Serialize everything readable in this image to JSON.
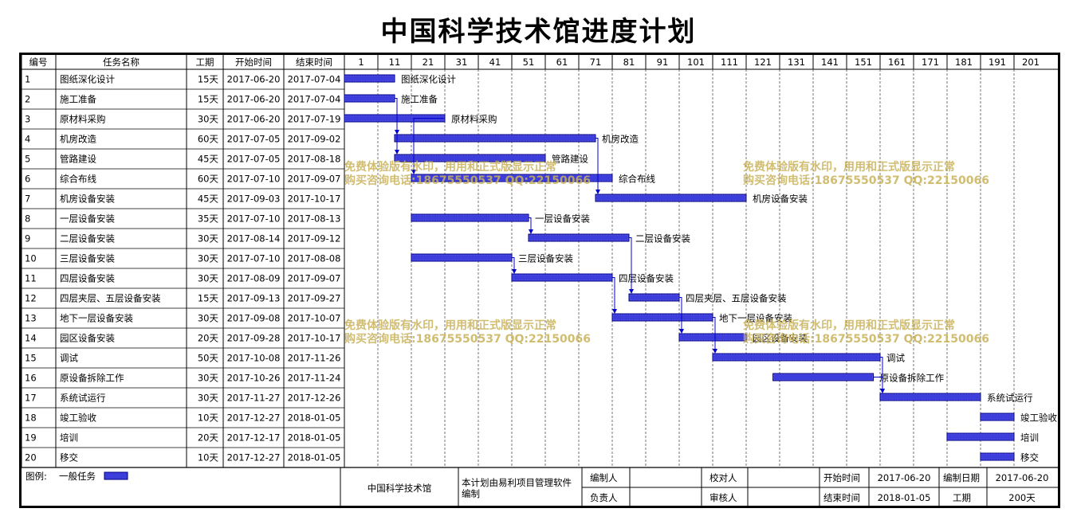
{
  "title": "中国科学技术馆进度计划",
  "columns": [
    "编号",
    "任务名称",
    "工期",
    "开始时间",
    "结束时间"
  ],
  "timeline_ticks": [
    "1",
    "11",
    "21",
    "31",
    "41",
    "51",
    "61",
    "71",
    "81",
    "91",
    "101",
    "111",
    "121",
    "131",
    "141",
    "151",
    "161",
    "171",
    "181",
    "191",
    "201"
  ],
  "chart_data": {
    "type": "gantt",
    "project_start": "2017-06-20",
    "tasks": [
      {
        "id": "1",
        "name": "图纸深化设计",
        "duration": "15天",
        "start": "2017-06-20",
        "end": "2017-07-04",
        "bar_start_day": 1,
        "bar_days": 15
      },
      {
        "id": "2",
        "name": "施工准备",
        "duration": "15天",
        "start": "2017-06-20",
        "end": "2017-07-04",
        "bar_start_day": 1,
        "bar_days": 15
      },
      {
        "id": "3",
        "name": "原材料采购",
        "duration": "30天",
        "start": "2017-06-20",
        "end": "2017-07-19",
        "bar_start_day": 1,
        "bar_days": 30
      },
      {
        "id": "4",
        "name": "机房改造",
        "duration": "60天",
        "start": "2017-07-05",
        "end": "2017-09-02",
        "bar_start_day": 16,
        "bar_days": 60
      },
      {
        "id": "5",
        "name": "管路建设",
        "duration": "45天",
        "start": "2017-07-05",
        "end": "2017-08-18",
        "bar_start_day": 16,
        "bar_days": 45
      },
      {
        "id": "6",
        "name": "综合布线",
        "duration": "60天",
        "start": "2017-07-10",
        "end": "2017-09-07",
        "bar_start_day": 21,
        "bar_days": 60
      },
      {
        "id": "7",
        "name": "机房设备安装",
        "duration": "45天",
        "start": "2017-09-03",
        "end": "2017-10-17",
        "bar_start_day": 76,
        "bar_days": 45
      },
      {
        "id": "8",
        "name": "一层设备安装",
        "duration": "35天",
        "start": "2017-07-10",
        "end": "2017-08-13",
        "bar_start_day": 21,
        "bar_days": 35
      },
      {
        "id": "9",
        "name": "二层设备安装",
        "duration": "30天",
        "start": "2017-08-14",
        "end": "2017-09-12",
        "bar_start_day": 56,
        "bar_days": 30
      },
      {
        "id": "10",
        "name": "三层设备安装",
        "duration": "30天",
        "start": "2017-07-10",
        "end": "2017-08-08",
        "bar_start_day": 21,
        "bar_days": 30
      },
      {
        "id": "11",
        "name": "四层设备安装",
        "duration": "30天",
        "start": "2017-08-09",
        "end": "2017-09-07",
        "bar_start_day": 51,
        "bar_days": 30
      },
      {
        "id": "12",
        "name": "四层夹层、五层设备安装",
        "duration": "15天",
        "start": "2017-09-13",
        "end": "2017-09-27",
        "bar_start_day": 86,
        "bar_days": 15
      },
      {
        "id": "13",
        "name": "地下一层设备安装",
        "duration": "30天",
        "start": "2017-09-08",
        "end": "2017-10-07",
        "bar_start_day": 81,
        "bar_days": 30
      },
      {
        "id": "14",
        "name": "园区设备安装",
        "duration": "20天",
        "start": "2017-09-28",
        "end": "2017-10-17",
        "bar_start_day": 101,
        "bar_days": 20
      },
      {
        "id": "15",
        "name": "调试",
        "duration": "50天",
        "start": "2017-10-08",
        "end": "2017-11-26",
        "bar_start_day": 111,
        "bar_days": 50
      },
      {
        "id": "16",
        "name": "原设备拆除工作",
        "duration": "30天",
        "start": "2017-10-26",
        "end": "2017-11-24",
        "bar_start_day": 129,
        "bar_days": 30
      },
      {
        "id": "17",
        "name": "系统试运行",
        "duration": "30天",
        "start": "2017-11-27",
        "end": "2017-12-26",
        "bar_start_day": 161,
        "bar_days": 30
      },
      {
        "id": "18",
        "name": "竣工验收",
        "duration": "10天",
        "start": "2017-12-27",
        "end": "2018-01-05",
        "bar_start_day": 191,
        "bar_days": 10
      },
      {
        "id": "19",
        "name": "培训",
        "duration": "20天",
        "start": "2017-12-17",
        "end": "2018-01-05",
        "bar_start_day": 181,
        "bar_days": 20
      },
      {
        "id": "20",
        "name": "移交",
        "duration": "10天",
        "start": "2017-12-27",
        "end": "2018-01-05",
        "bar_start_day": 191,
        "bar_days": 10
      }
    ],
    "links": [
      [
        2,
        4
      ],
      [
        2,
        5
      ],
      [
        3,
        6
      ],
      [
        4,
        7
      ],
      [
        8,
        9
      ],
      [
        9,
        12
      ],
      [
        10,
        11
      ],
      [
        11,
        13
      ],
      [
        12,
        14
      ],
      [
        13,
        15
      ],
      [
        15,
        17
      ],
      [
        16,
        17
      ]
    ],
    "bar_color": "#3d3ddb"
  },
  "watermarks": [
    {
      "line1": "免费体验版有水印，用用和正式版显示正常",
      "line2": "购买咨询电话:18675550537 QQ:22150066"
    },
    {
      "line1": "免费体验版有水印，用用和正式版显示正常",
      "line2": "购买咨询电话:18675550537 QQ:22150066"
    },
    {
      "line1": "免费体验版有水印，用用和正式版显示正常",
      "line2": "购买咨询电话:18675550537 QQ:22150066"
    },
    {
      "line1": "免费体验版有水印，用用和正式版显示正常",
      "line2": "购买咨询电话:18675550537 QQ:22150066"
    }
  ],
  "footer": {
    "legend_label": "图例:",
    "legend_item": "一般任务",
    "project_name": "中国科学技术馆",
    "software_note": "本计划由易利项目管理软件编制",
    "compiler_label": "编制人",
    "owner_label": "负责人",
    "proofreader_label": "校对人",
    "reviewer_label": "审核人",
    "start_label": "开始时间",
    "start_value": "2017-06-20",
    "end_label": "结束时间",
    "end_value": "2018-01-05",
    "date_label": "编制日期",
    "date_value": "2017-06-20",
    "duration_label": "工期",
    "duration_value": "200天"
  }
}
